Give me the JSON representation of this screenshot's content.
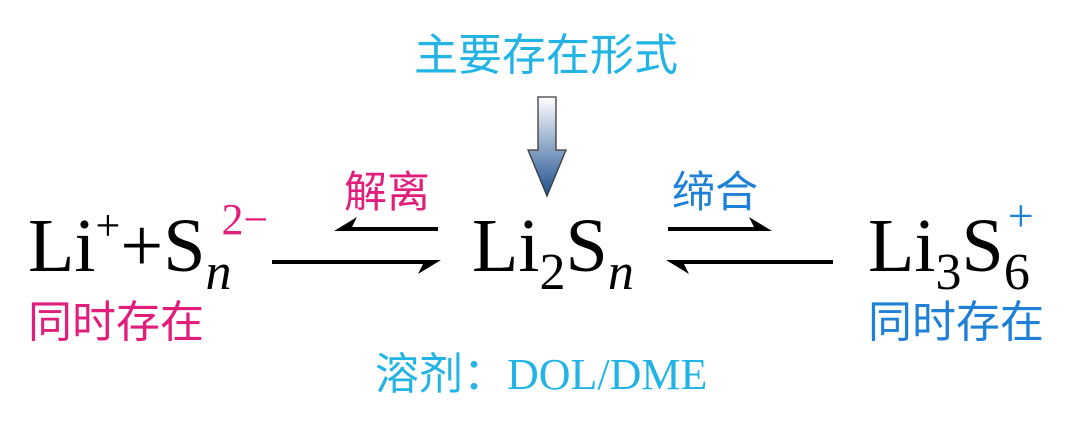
{
  "header": {
    "label": "主要存在形式"
  },
  "equilibria": {
    "left": {
      "label": "解离"
    },
    "right": {
      "label": "缔合"
    }
  },
  "species": {
    "dissociated": {
      "li": "Li",
      "li_charge": "+",
      "plus": "+",
      "s": "S",
      "s_subscript": "n",
      "s_charge": "2−",
      "note": "同时存在"
    },
    "main": {
      "li": "Li",
      "li_subscript": "2",
      "s": "S",
      "s_subscript": "n"
    },
    "associated": {
      "li": "Li",
      "li_subscript": "3",
      "s": "S",
      "s_subscript": "6",
      "charge": "+",
      "note": "同时存在"
    }
  },
  "solvent": {
    "label": "溶剂：DOL/DME"
  },
  "icons": {
    "down_arrow": "down-arrow-icon",
    "equilibrium_arrows": "equilibrium-arrows-icon"
  },
  "colors": {
    "cyan": "#23B4E6",
    "magenta": "#E21E7D",
    "blue": "#1E80D6",
    "ink": "#000000",
    "arrow_top": "#FFFFFF",
    "arrow_bottom": "#1D4F8F"
  }
}
